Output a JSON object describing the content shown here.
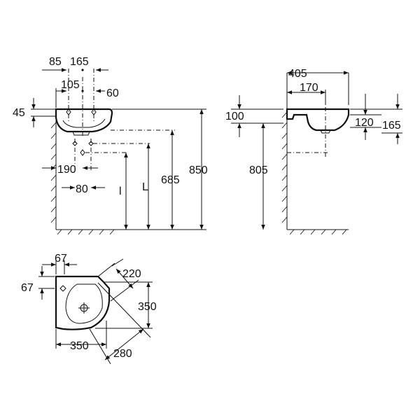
{
  "front_view": {
    "dims": {
      "d85": "85",
      "d165": "165",
      "d105": "105",
      "d60": "60",
      "d45": "45",
      "d190": "190",
      "d80": "80",
      "l_small": "l",
      "l_large": "L",
      "d685": "685",
      "d850": "850"
    }
  },
  "side_view": {
    "dims": {
      "d405": "405",
      "d170": "170",
      "d100": "100",
      "d120": "120",
      "d165": "165",
      "d805": "805"
    }
  },
  "top_view": {
    "dims": {
      "d67a": "67",
      "d67b": "67",
      "d220": "220",
      "d350v": "350",
      "d350h": "350",
      "d280": "280"
    }
  }
}
